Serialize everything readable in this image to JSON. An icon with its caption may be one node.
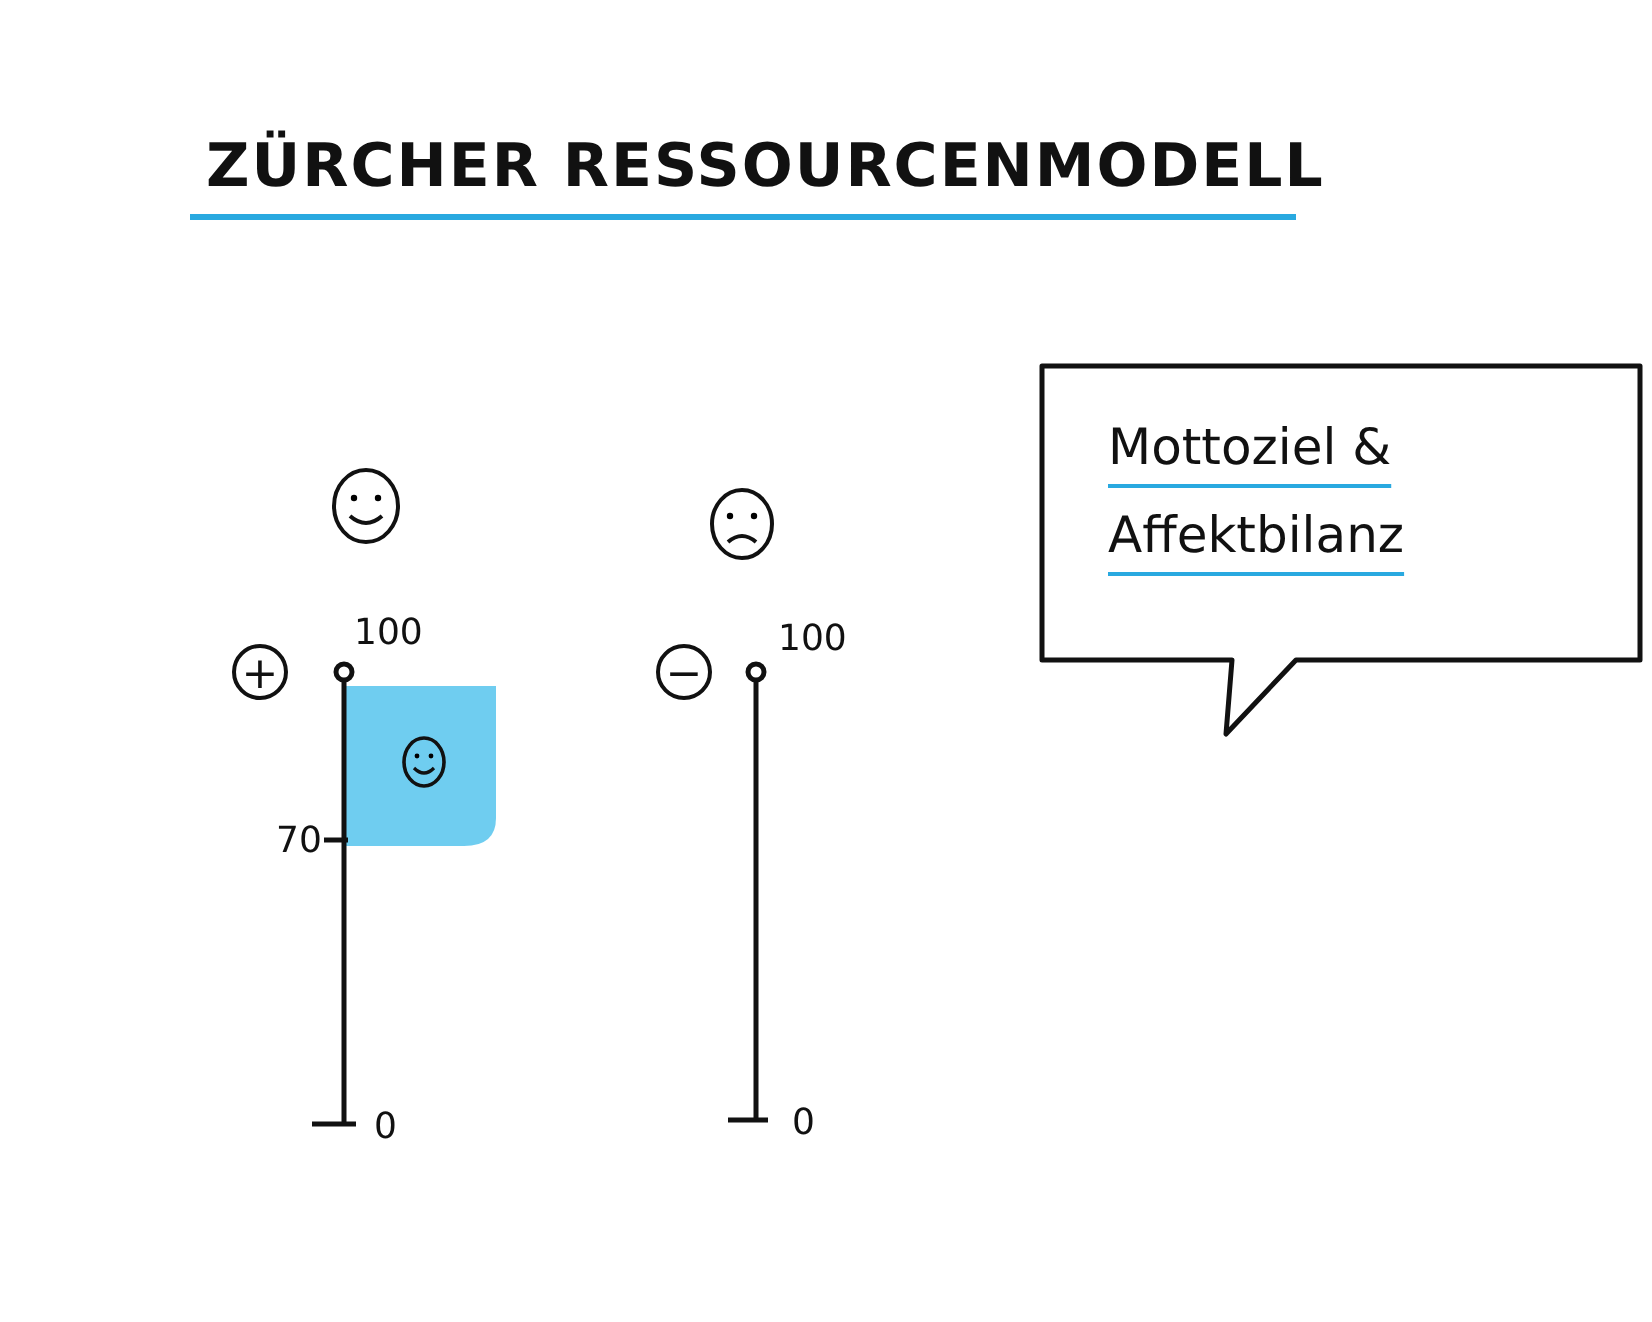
{
  "diagram": {
    "title": "ZÜRCHER RESSOURCENMODELL",
    "nodes": [
      {
        "text": [
          "Mottoziel & Affektbilanz"
        ]
      }
    ],
    "labels": [
      "100",
      "+",
      "70",
      "0",
      "100",
      "−",
      "0"
    ]
  }
}
